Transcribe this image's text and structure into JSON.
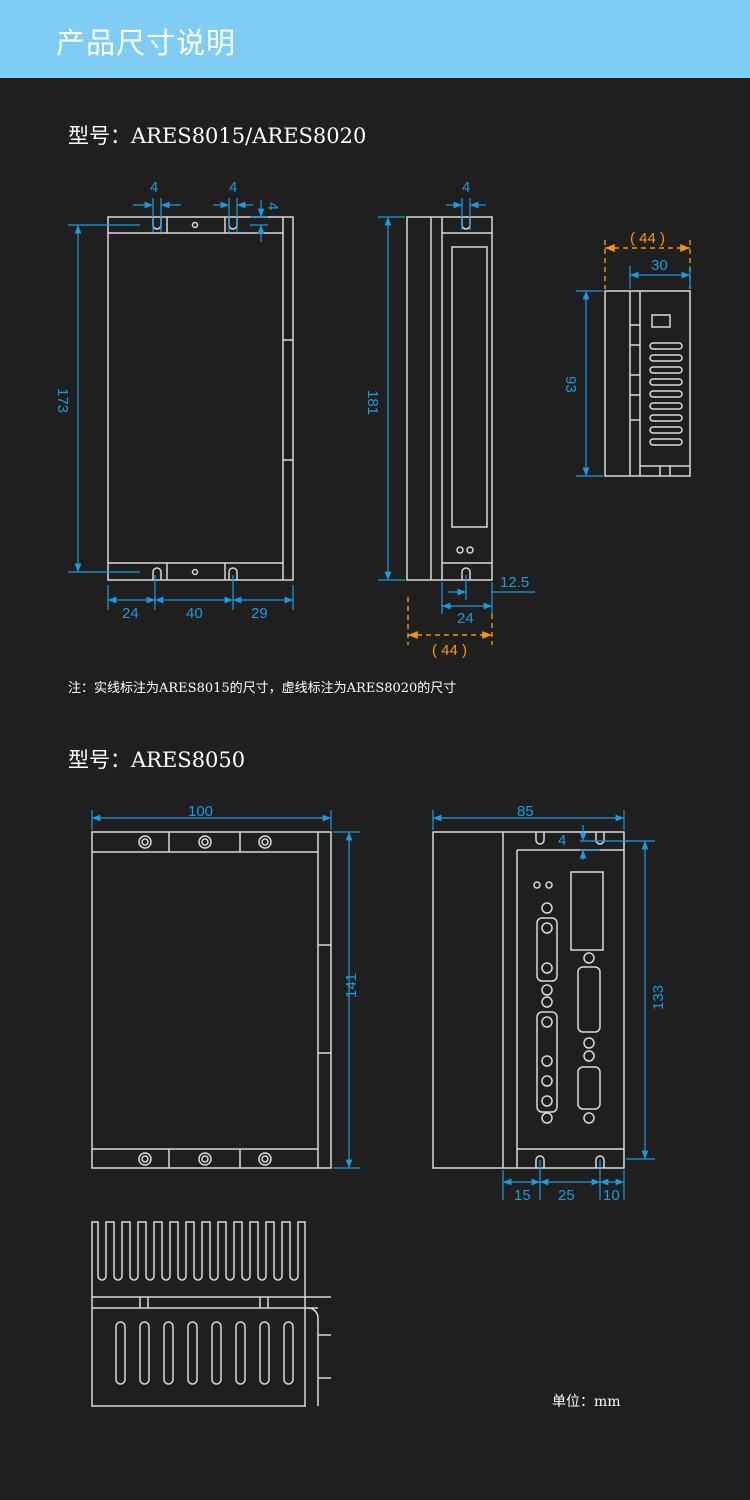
{
  "header": {
    "title": "产品尺寸说明"
  },
  "section1": {
    "model": "型号：ARES8015/ARES8020",
    "dims": {
      "slot_w1": "4",
      "slot_w2": "4",
      "slot_h": "4",
      "height_front": "173",
      "left": "24",
      "middle": "40",
      "right": "29",
      "slot_side": "4",
      "height_side": "181",
      "offset": "12.5",
      "depth": "24",
      "depth_alt": "( 44 )",
      "top_alt": "( 44 )",
      "top_w": "30",
      "height_top": "93"
    },
    "note": "注：实线标注为ARES8015的尺寸，虚线标注为ARES8020的尺寸"
  },
  "section2": {
    "model": "型号：ARES8050",
    "dims": {
      "width": "100",
      "height_front": "141",
      "depth": "85",
      "slot": "4",
      "height_side": "133",
      "b1": "15",
      "b2": "25",
      "b3": "10"
    }
  },
  "unit": "单位：mm",
  "colors": {
    "header": "#7fcdf4",
    "dimension": "#1b9be0",
    "alt_dimension": "#f39800",
    "background": "#1f1f1f"
  }
}
